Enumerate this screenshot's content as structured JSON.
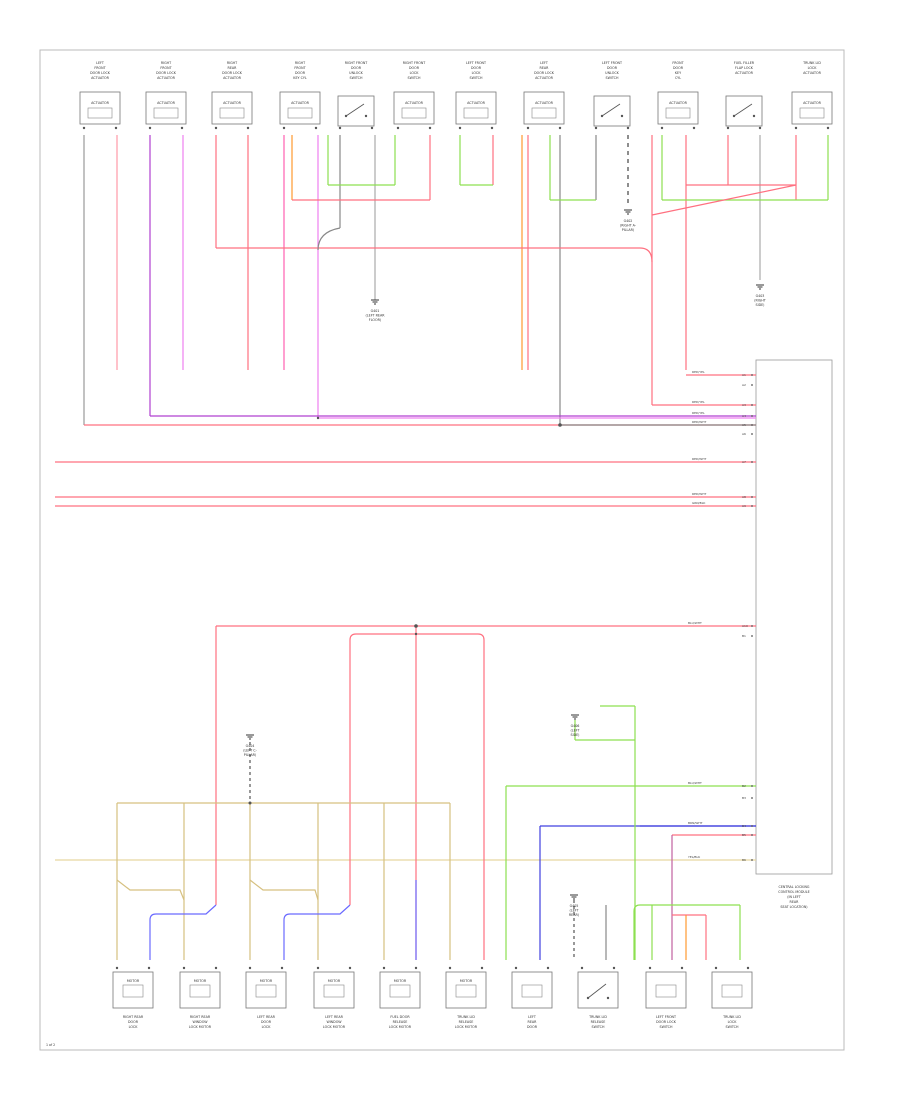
{
  "diagram": {
    "ecu_label_lines": [
      "CENTRAL LOCKING",
      "CONTROL MODULE",
      "(IN LEFT",
      "REAR",
      "SEAT LOCATION)"
    ],
    "page_ref": "1 of 2",
    "top_components": [
      {
        "lines": [
          "LEFT",
          "FRONT",
          "DOOR LOCK",
          "ACTUATOR"
        ],
        "inner": "ACTUATOR",
        "type": "box"
      },
      {
        "lines": [
          "RIGHT",
          "FRONT",
          "DOOR LOCK",
          "ACTUATOR"
        ],
        "inner": "ACTUATOR",
        "type": "box"
      },
      {
        "lines": [
          "RIGHT",
          "REAR",
          "DOOR LOCK",
          "ACTUATOR"
        ],
        "inner": "ACTUATOR",
        "type": "box"
      },
      {
        "lines": [
          "RIGHT",
          "FRONT",
          "DOOR",
          "KEY CYL"
        ],
        "inner": "ACTUATOR",
        "type": "box"
      },
      {
        "lines": [
          "RIGHT FRONT",
          "DOOR",
          "UNLOCK",
          "SWITCH"
        ],
        "inner": "",
        "type": "switch"
      },
      {
        "lines": [
          "RIGHT FRONT",
          "DOOR",
          "LOCK",
          "SWITCH"
        ],
        "inner": "ACTUATOR",
        "type": "box"
      },
      {
        "lines": [
          "LEFT FRONT",
          "DOOR",
          "LOCK",
          "SWITCH"
        ],
        "inner": "ACTUATOR",
        "type": "box"
      },
      {
        "lines": [
          "LEFT",
          "REAR",
          "DOOR LOCK",
          "ACTUATOR"
        ],
        "inner": "ACTUATOR",
        "type": "box"
      },
      {
        "lines": [
          "LEFT FRONT",
          "DOOR",
          "UNLOCK",
          "SWITCH"
        ],
        "inner": "",
        "type": "switch"
      },
      {
        "lines": [
          "FRONT",
          "DOOR",
          "KEY",
          "CYL"
        ],
        "inner": "ACTUATOR",
        "type": "box"
      },
      {
        "lines": [
          "FUEL FILLER",
          "FLAP LOCK",
          "ACTUATOR"
        ],
        "inner": "",
        "type": "switch"
      },
      {
        "lines": [
          "TRUNK LID",
          "LOCK",
          "ACTUATOR"
        ],
        "inner": "ACTUATOR",
        "type": "box"
      }
    ],
    "bottom_components": [
      {
        "lines": [
          "RIGHT REAR",
          "DOOR",
          "LOCK"
        ],
        "inner": "MOTOR",
        "type": "box"
      },
      {
        "lines": [
          "RIGHT REAR",
          "WINDOW",
          "LOCK MOTOR"
        ],
        "inner": "MOTOR",
        "type": "box"
      },
      {
        "lines": [
          "LEFT REAR",
          "DOOR",
          "LOCK"
        ],
        "inner": "MOTOR",
        "type": "box"
      },
      {
        "lines": [
          "LEFT REAR",
          "WINDOW",
          "LOCK MOTOR"
        ],
        "inner": "MOTOR",
        "type": "box"
      },
      {
        "lines": [
          "FUEL DOOR",
          "RELEASE",
          "LOCK MOTOR"
        ],
        "inner": "MOTOR",
        "type": "box"
      },
      {
        "lines": [
          "TRUNK LID",
          "RELEASE",
          "LOCK MOTOR"
        ],
        "inner": "MOTOR",
        "type": "box"
      },
      {
        "lines": [
          "LEFT",
          "REAR",
          "DOOR"
        ],
        "inner": "",
        "type": "box"
      },
      {
        "lines": [
          "TRUNK LID",
          "RELEASE",
          "SWITCH"
        ],
        "inner": "",
        "type": "switch"
      },
      {
        "lines": [
          "LEFT FRONT",
          "DOOR LOCK",
          "SWITCH"
        ],
        "inner": "",
        "type": "box"
      },
      {
        "lines": [
          "TRUNK LID",
          "LOCK",
          "SWITCH"
        ],
        "inner": "",
        "type": "box"
      }
    ],
    "grounds": [
      {
        "lines": [
          "G401",
          "(LEFT REAR",
          "FLOOR)"
        ]
      },
      {
        "lines": [
          "G402",
          "(RIGHT A-",
          "PILLAR)"
        ]
      },
      {
        "lines": [
          "G403",
          "(RIGHT",
          "SIDE)"
        ]
      },
      {
        "lines": [
          "G404",
          "(LEFT C-",
          "PILLAR)"
        ]
      },
      {
        "lines": [
          "G405",
          "(LEFT",
          "REAR)"
        ]
      },
      {
        "lines": [
          "G406",
          "(LEFT",
          "SIDE)"
        ]
      }
    ],
    "ecu_pins": [
      "A1",
      "A2",
      "A3",
      "A4",
      "A5",
      "A6",
      "A7",
      "A8",
      "A9",
      "A10",
      "B1",
      "B2",
      "B3",
      "B4",
      "B5",
      "B6"
    ],
    "bus_labels": [
      "RED/YEL",
      "RED/YEL",
      "RED/YEL",
      "RED/WHT",
      "RED/WHT",
      "RED/WHT",
      "GRN/BLK",
      "BLU/WHT",
      "BLU/WHT",
      "BRN/WHT",
      "YEL/BLK"
    ]
  }
}
